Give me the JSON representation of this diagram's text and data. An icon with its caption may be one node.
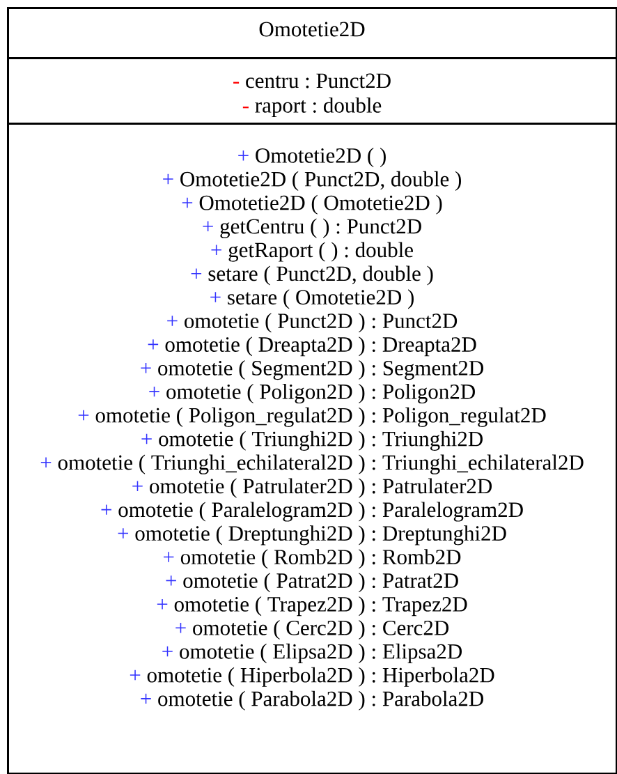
{
  "diagram": {
    "nodes": [
      {
        "text": [
          "Omotetie2D"
        ]
      },
      {
        "text": [],
        "shape": "box",
        "in": 0
      },
      {
        "text": [
          "-",
          "centru : Punct2D"
        ],
        "in": 1
      },
      {
        "text": [
          "-",
          "raport : double"
        ],
        "in": 1
      },
      {
        "text": [
          "+",
          "Omotetie2D ( )"
        ],
        "in": 0
      },
      {
        "text": [
          "+",
          "Omotetie2D ( Punct2D, double )"
        ],
        "in": 0
      },
      {
        "text": [
          "+",
          "Omotetie2D ( Omotetie2D )"
        ],
        "in": 0
      },
      {
        "text": [
          "+",
          "getCentru ( ) : Punct2D"
        ],
        "in": 0
      },
      {
        "text": [
          "+",
          "getRaport ( ) : double"
        ],
        "in": 0
      },
      {
        "text": [
          "+",
          "setare ( Punct2D, double )"
        ],
        "in": 0
      },
      {
        "text": [
          "+",
          "setare ( Omotetie2D )"
        ],
        "in": 0
      },
      {
        "text": [
          "+",
          "omotetie ( Punct2D ) : Punct2D"
        ],
        "in": 0
      },
      {
        "text": [
          "+",
          "omotetie ( Dreapta2D ) : Dreapta2D"
        ],
        "in": 0
      },
      {
        "text": [
          "+",
          "omotetie ( Segment2D ) : Segment2D"
        ],
        "in": 0
      },
      {
        "text": [
          "+",
          "omotetie ( Poligon2D ) : Poligon2D"
        ],
        "in": 0
      },
      {
        "text": [
          "+",
          "omotetie ( Poligon_regulat2D ) : Poligon_regulat2D"
        ],
        "in": 0
      },
      {
        "text": [
          "+",
          "omotetie ( Triunghi2D ) : Triunghi2D"
        ],
        "in": 0
      },
      {
        "text": [
          "+",
          "omotetie ( Triunghi_echilateral2D ) : Triunghi_echilateral2D"
        ],
        "in": 0
      },
      {
        "text": [
          "+",
          "omotetie ( Patrulater2D ) : Patrulater2D"
        ],
        "in": 0
      },
      {
        "text": [
          "+",
          "omotetie ( Paralelogram2D ) : Paralelogram2D"
        ],
        "in": 0
      },
      {
        "text": [
          "+",
          "omotetie ( Dreptunghi2D ) : Dreptunghi2D"
        ],
        "in": 0
      },
      {
        "text": [
          "+",
          "omotetie ( Romb2D ) : Romb2D"
        ],
        "in": 0
      },
      {
        "text": [
          "+",
          "omotetie ( Patrat2D ) : Patrat2D"
        ],
        "in": 0
      },
      {
        "text": [
          "+",
          "omotetie ( Trapez2D ) : Trapez2D"
        ],
        "in": 0
      },
      {
        "text": [
          "+",
          "omotetie ( Cerc2D ) : Cerc2D"
        ],
        "in": 0
      },
      {
        "text": [
          "+",
          "omotetie ( Elipsa2D ) : Elipsa2D"
        ],
        "in": 0
      },
      {
        "text": [
          "+",
          "omotetie ( Hiperbola2D ) : Hiperbola2D"
        ],
        "in": 0
      },
      {
        "text": [
          "+",
          "omotetie ( Parabola2D ) : Parabola2D"
        ],
        "in": 0
      }
    ]
  }
}
